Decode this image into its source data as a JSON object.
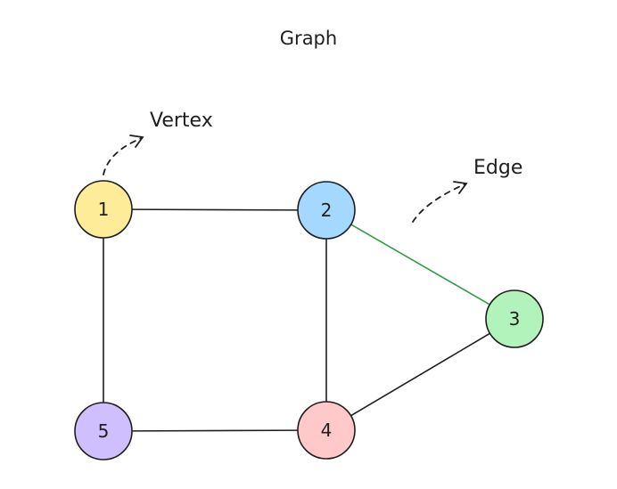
{
  "title": "Graph",
  "annotations": {
    "vertex": "Vertex",
    "edge": "Edge"
  },
  "nodes": [
    {
      "id": "1",
      "label": "1",
      "color": "#ffec99"
    },
    {
      "id": "2",
      "label": "2",
      "color": "#a5d8ff"
    },
    {
      "id": "3",
      "label": "3",
      "color": "#b2f2bb"
    },
    {
      "id": "4",
      "label": "4",
      "color": "#ffc9c9"
    },
    {
      "id": "5",
      "label": "5",
      "color": "#d0bfff"
    }
  ],
  "edges": [
    {
      "from": "1",
      "to": "2",
      "color": "#1e1e1e"
    },
    {
      "from": "2",
      "to": "3",
      "color": "#2f9e44"
    },
    {
      "from": "2",
      "to": "4",
      "color": "#1e1e1e"
    },
    {
      "from": "1",
      "to": "5",
      "color": "#1e1e1e"
    },
    {
      "from": "5",
      "to": "4",
      "color": "#1e1e1e"
    },
    {
      "from": "4",
      "to": "3",
      "color": "#1e1e1e"
    }
  ],
  "colors": {
    "stroke": "#1e1e1e",
    "highlight_edge": "#2f9e44",
    "background": "#ffffff"
  }
}
